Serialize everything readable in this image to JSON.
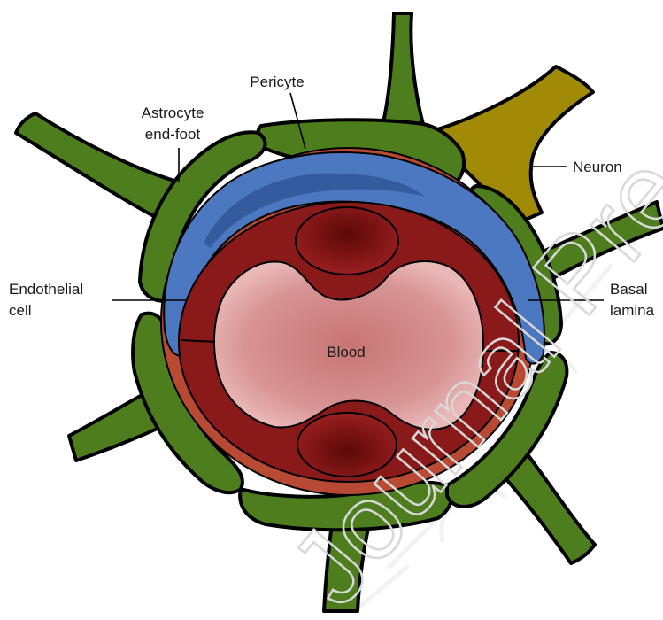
{
  "labels": {
    "pericyte": "Pericyte",
    "astrocyte_line1": "Astrocyte",
    "astrocyte_line2": "end-foot",
    "neuron": "Neuron",
    "endothelial_line1": "Endothelial",
    "endothelial_line2": "cell",
    "basal_line1": "Basal",
    "basal_line2": "lamina",
    "blood": "Blood"
  },
  "colors": {
    "astrocyte": "#4e7d1e",
    "neuron": "#a18a05",
    "pericyte": "#4b78c0",
    "pericyte_shade": "#2f5496",
    "basal_lamina": "#b84a34",
    "endothelial": "#8a1a1a",
    "endothelial_inner": "#7a1414",
    "blood": "#cc8585",
    "blood_light": "#e8b0b0"
  },
  "watermark": "Journal Pre-proof"
}
